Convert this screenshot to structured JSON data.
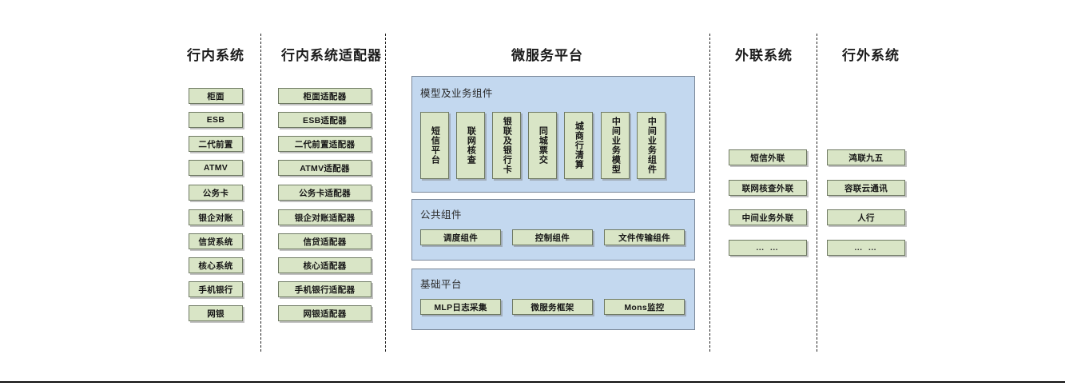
{
  "diagram": {
    "type": "layered-architecture",
    "title_row": [
      {
        "id": "internal-systems",
        "label": "行内系统"
      },
      {
        "id": "internal-adapters",
        "label": "行内系统适配器"
      },
      {
        "id": "microservice-platform",
        "label": "微服务平台"
      },
      {
        "id": "external-link-systems",
        "label": "外联系统"
      },
      {
        "id": "outside-bank-systems",
        "label": "行外系统"
      }
    ],
    "colors": {
      "node_fill": "#d9e5c6",
      "node_border": "#6f7a63",
      "panel_fill": "#c3d8ef",
      "panel_border": "#7a8798",
      "text": "#161616",
      "divider": "#222222"
    },
    "columns": {
      "internal_systems": {
        "header": "行内系统",
        "items": [
          {
            "label": "柜面"
          },
          {
            "label": "ESB"
          },
          {
            "label": "二代前置"
          },
          {
            "label": "ATMV"
          },
          {
            "label": "公务卡"
          },
          {
            "label": "银企对账"
          },
          {
            "label": "信贷系统"
          },
          {
            "label": "核心系统"
          },
          {
            "label": "手机银行"
          },
          {
            "label": "网银"
          }
        ]
      },
      "internal_adapters": {
        "header": "行内系统适配器",
        "items": [
          {
            "label": "柜面适配器"
          },
          {
            "label": "ESB适配器"
          },
          {
            "label": "二代前置适配器"
          },
          {
            "label": "ATMV适配器"
          },
          {
            "label": "公务卡适配器"
          },
          {
            "label": "银企对账适配器"
          },
          {
            "label": "信贷适配器"
          },
          {
            "label": "核心适配器"
          },
          {
            "label": "手机银行适配器"
          },
          {
            "label": "网银适配器"
          }
        ]
      },
      "external_link_systems": {
        "header": "外联系统",
        "items": [
          {
            "label": "短信外联"
          },
          {
            "label": "联网核查外联"
          },
          {
            "label": "中间业务外联"
          },
          {
            "label": "… …"
          }
        ]
      },
      "outside_bank_systems": {
        "header": "行外系统",
        "items": [
          {
            "label": "鸿联九五"
          },
          {
            "label": "容联云通讯"
          },
          {
            "label": "人行"
          },
          {
            "label": "… …"
          }
        ]
      }
    },
    "microservice_platform": {
      "header": "微服务平台",
      "groups": [
        {
          "id": "model-business-components",
          "label": "模型及业务组件",
          "orientation": "vertical",
          "items": [
            {
              "label": "短信平台"
            },
            {
              "label": "联网核查"
            },
            {
              "label": "银联及银行卡"
            },
            {
              "label": "同城票交"
            },
            {
              "label": "城商行清算"
            },
            {
              "label": "中间业务模型"
            },
            {
              "label": "中间业务组件"
            }
          ]
        },
        {
          "id": "public-components",
          "label": "公共组件",
          "orientation": "horizontal",
          "items": [
            {
              "label": "调度组件"
            },
            {
              "label": "控制组件"
            },
            {
              "label": "文件传输组件"
            }
          ]
        },
        {
          "id": "base-platform",
          "label": "基础平台",
          "orientation": "horizontal",
          "items": [
            {
              "label": "MLP日志采集"
            },
            {
              "label": "微服务框架"
            },
            {
              "label": "Mons监控"
            }
          ]
        }
      ]
    }
  }
}
